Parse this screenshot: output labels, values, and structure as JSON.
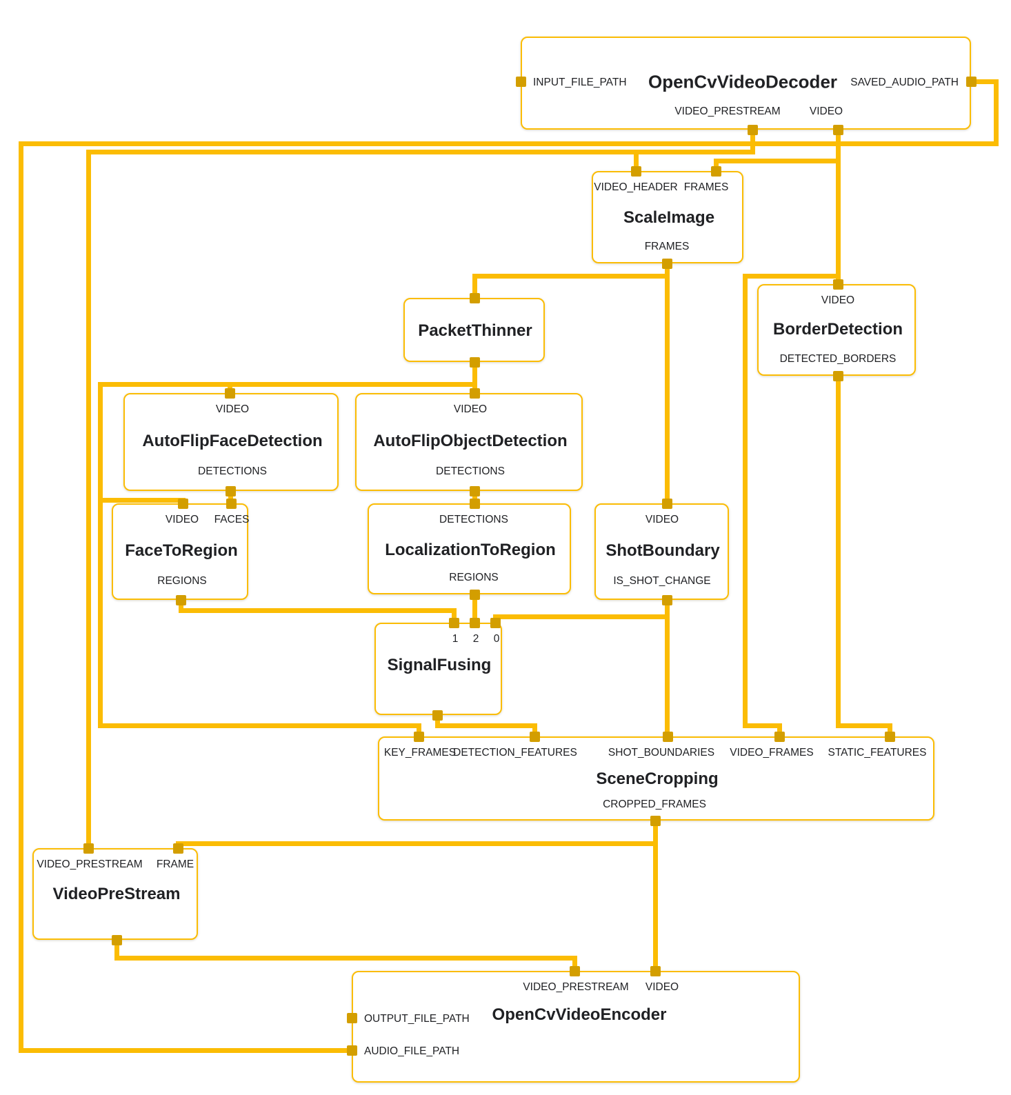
{
  "colors": {
    "wire": "#FBBC04",
    "box_border": "#FBBC04",
    "port": "#D39E00",
    "text": "#202124",
    "background": "#FFFFFF"
  },
  "nodes": {
    "decoder": {
      "title": "OpenCvVideoDecoder",
      "left": [
        "INPUT_FILE_PATH"
      ],
      "right": [
        "SAVED_AUDIO_PATH"
      ],
      "bottom": [
        "VIDEO_PRESTREAM",
        "VIDEO"
      ]
    },
    "scaleImage": {
      "title": "ScaleImage",
      "top": [
        "VIDEO_HEADER",
        "FRAMES"
      ],
      "bottom": [
        "FRAMES"
      ]
    },
    "packetThinner": {
      "title": "PacketThinner",
      "top": [],
      "bottom": []
    },
    "borderDetection": {
      "title": "BorderDetection",
      "top": [
        "VIDEO"
      ],
      "bottom": [
        "DETECTED_BORDERS"
      ]
    },
    "faceDetection": {
      "title": "AutoFlipFaceDetection",
      "top": [
        "VIDEO"
      ],
      "bottom": [
        "DETECTIONS"
      ]
    },
    "objectDetection": {
      "title": "AutoFlipObjectDetection",
      "top": [
        "VIDEO"
      ],
      "bottom": [
        "DETECTIONS"
      ]
    },
    "faceToRegion": {
      "title": "FaceToRegion",
      "top": [
        "VIDEO",
        "FACES"
      ],
      "bottom": [
        "REGIONS"
      ]
    },
    "localizationToRegion": {
      "title": "LocalizationToRegion",
      "top": [
        "DETECTIONS"
      ],
      "bottom": [
        "REGIONS"
      ]
    },
    "shotBoundary": {
      "title": "ShotBoundary",
      "top": [
        "VIDEO"
      ],
      "bottom": [
        "IS_SHOT_CHANGE"
      ]
    },
    "signalFusing": {
      "title": "SignalFusing",
      "top": [
        "1",
        "2",
        "0"
      ],
      "bottom": []
    },
    "sceneCropping": {
      "title": "SceneCropping",
      "top": [
        "KEY_FRAMES",
        "DETECTION_FEATURES",
        "SHOT_BOUNDARIES",
        "VIDEO_FRAMES",
        "STATIC_FEATURES"
      ],
      "bottom": [
        "CROPPED_FRAMES"
      ]
    },
    "videoPreStream": {
      "title": "VideoPreStream",
      "top": [
        "VIDEO_PRESTREAM",
        "FRAME"
      ],
      "bottom": []
    },
    "encoder": {
      "title": "OpenCvVideoEncoder",
      "top": [
        "VIDEO_PRESTREAM",
        "VIDEO"
      ],
      "left": [
        "OUTPUT_FILE_PATH",
        "AUDIO_FILE_PATH"
      ]
    }
  },
  "edges": [
    {
      "from": "OpenCvVideoDecoder.SAVED_AUDIO_PATH",
      "to": "OpenCvVideoEncoder.AUDIO_FILE_PATH"
    },
    {
      "from": "OpenCvVideoDecoder.VIDEO_PRESTREAM",
      "to": "ScaleImage.VIDEO_HEADER"
    },
    {
      "from": "OpenCvVideoDecoder.VIDEO_PRESTREAM",
      "to": "VideoPreStream.VIDEO_PRESTREAM"
    },
    {
      "from": "OpenCvVideoDecoder.VIDEO",
      "to": "ScaleImage.FRAMES"
    },
    {
      "from": "OpenCvVideoDecoder.VIDEO",
      "to": "BorderDetection.VIDEO"
    },
    {
      "from": "OpenCvVideoDecoder.VIDEO",
      "to": "SceneCropping.VIDEO_FRAMES"
    },
    {
      "from": "BorderDetection.DETECTED_BORDERS",
      "to": "SceneCropping.STATIC_FEATURES"
    },
    {
      "from": "ScaleImage.FRAMES",
      "to": "ShotBoundary.VIDEO"
    },
    {
      "from": "ScaleImage.FRAMES",
      "to": "PacketThinner.IN"
    },
    {
      "from": "PacketThinner.OUT",
      "to": "AutoFlipObjectDetection.VIDEO"
    },
    {
      "from": "PacketThinner.OUT",
      "to": "AutoFlipFaceDetection.VIDEO"
    },
    {
      "from": "PacketThinner.OUT",
      "to": "FaceToRegion.VIDEO"
    },
    {
      "from": "PacketThinner.OUT",
      "to": "SceneCropping.KEY_FRAMES"
    },
    {
      "from": "AutoFlipFaceDetection.DETECTIONS",
      "to": "FaceToRegion.FACES"
    },
    {
      "from": "AutoFlipObjectDetection.DETECTIONS",
      "to": "LocalizationToRegion.DETECTIONS"
    },
    {
      "from": "FaceToRegion.REGIONS",
      "to": "SignalFusing.1"
    },
    {
      "from": "LocalizationToRegion.REGIONS",
      "to": "SignalFusing.2"
    },
    {
      "from": "ShotBoundary.IS_SHOT_CHANGE",
      "to": "SignalFusing.0"
    },
    {
      "from": "ShotBoundary.IS_SHOT_CHANGE",
      "to": "SceneCropping.SHOT_BOUNDARIES"
    },
    {
      "from": "SignalFusing.OUT",
      "to": "SceneCropping.DETECTION_FEATURES"
    },
    {
      "from": "SceneCropping.CROPPED_FRAMES",
      "to": "VideoPreStream.FRAME"
    },
    {
      "from": "SceneCropping.CROPPED_FRAMES",
      "to": "OpenCvVideoEncoder.VIDEO"
    },
    {
      "from": "VideoPreStream.OUT",
      "to": "OpenCvVideoEncoder.VIDEO_PRESTREAM"
    }
  ]
}
